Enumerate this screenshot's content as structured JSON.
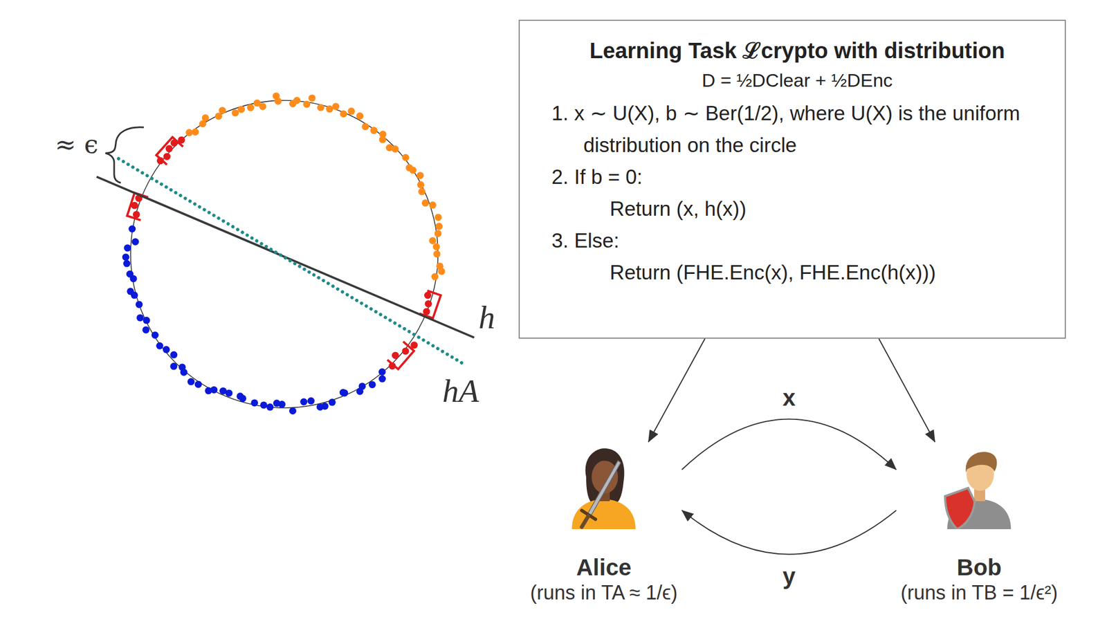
{
  "diagram": {
    "nodes": [
      {
        "text": [
          "Learning Task ℒcrypto with distribution",
          "D = ½DClear + ½DEnc",
          "1. x ∼ U(X), b ∼ Ber(1/2), where U(X) is the uniform distribution on the circle",
          "2. If b = 0:",
          "Return (x, h(x))",
          "3. Else:",
          "Return (FHE.Enc(x), FHE.Enc(h(x)))"
        ]
      },
      {
        "text": [
          "Alice",
          "(runs in TA ≈ 1/ϵ)"
        ]
      },
      {
        "text": [
          "Bob",
          "(runs in TB = 1/ϵ²)"
        ]
      }
    ],
    "edges": [
      {
        "from": 0,
        "to": 1,
        "arrow": "to"
      },
      {
        "from": 0,
        "to": 2,
        "arrow": "to"
      },
      {
        "from": 1,
        "to": 2,
        "label": "x",
        "arrow": "to"
      },
      {
        "from": 2,
        "to": 1,
        "label": "y",
        "arrow": "to"
      }
    ],
    "labels": [
      "≈ ϵ",
      "h",
      "hA"
    ]
  }
}
